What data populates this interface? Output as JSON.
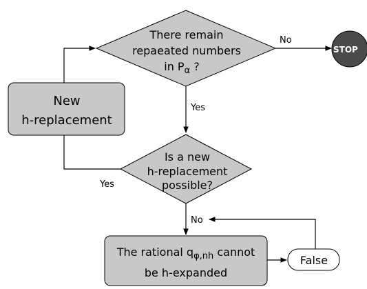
{
  "decision_top": {
    "line1": "There remain",
    "line2": "repaeated numbers",
    "line3_main": "in P",
    "line3_sub": "α",
    "line3_tail": " ?"
  },
  "decision_mid": {
    "line1": "Is a new",
    "line2": "h-replacement",
    "line3": "possible?"
  },
  "box_new": {
    "line1": "New",
    "line2": "h-replacement"
  },
  "box_rational": {
    "line1_main": "The rational q",
    "line1_sub": "φ,nh",
    "line1_tail": " cannot",
    "line2": "be h-expanded"
  },
  "box_false": {
    "label": "False"
  },
  "terminal_stop": {
    "label": "STOP"
  },
  "edge_labels": {
    "no_top": "No",
    "yes_top": "Yes",
    "yes_mid": "Yes",
    "no_mid": "No"
  },
  "colors": {
    "fill_gray": "#c8c8c8",
    "fill_white": "#ffffff",
    "stop_fill": "#4a4a4a",
    "stroke": "#000000"
  }
}
